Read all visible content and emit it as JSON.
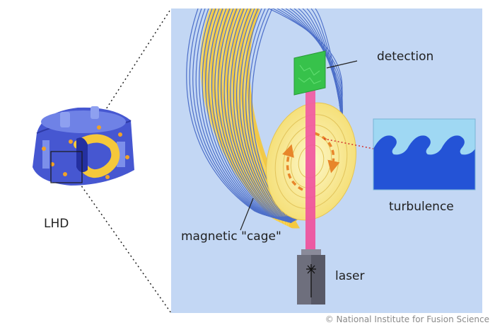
{
  "labels": {
    "device": "LHD",
    "cage": "magnetic \"cage\"",
    "detection": "detection",
    "turbulence": "turbulence",
    "laser": "laser",
    "credit": "© National Institute for Fusion Science"
  },
  "colors": {
    "panel_bg": "#c3d7f4",
    "field_lines": "#4d6fc9",
    "plasma_band": "#f5c83a",
    "plasma_cross_section": "#fbf1a3",
    "flow_arrows": "#e8862a",
    "beam": "#ef4f9b",
    "detector": "#37c24b",
    "wave_dark": "#2453d6",
    "wave_light": "#9fd8f3",
    "device_blue": "#4657d1",
    "device_orange": "#f0a228"
  }
}
